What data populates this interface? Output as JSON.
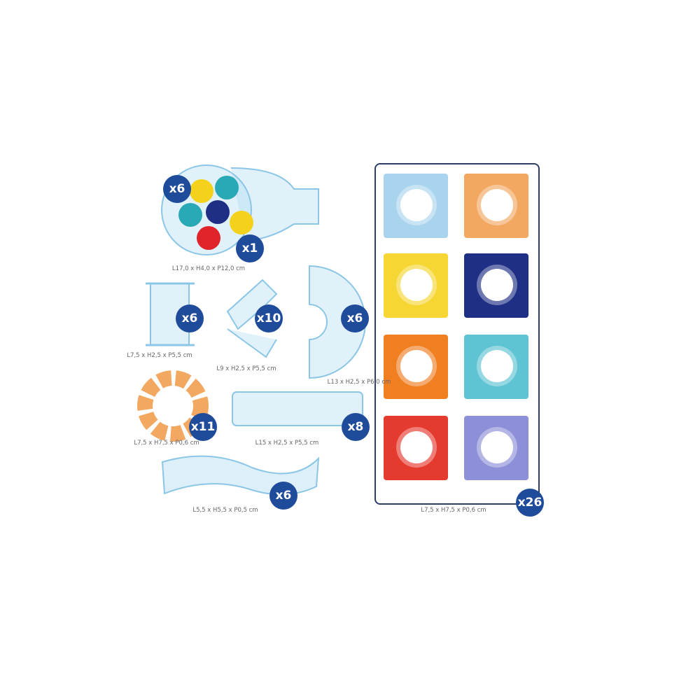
{
  "pieces": [
    {
      "id": "funnel",
      "count": "x6",
      "count2": "x1",
      "dimensions": "L17,0 x H4,0 x P12,0 cm"
    },
    {
      "id": "short-tube",
      "count": "x6",
      "dimensions": "L7,5 x H2,5 x P5,5 cm"
    },
    {
      "id": "curve",
      "count": "x10",
      "dimensions": "L9 x H2,5 x P5,5 cm"
    },
    {
      "id": "half-circle",
      "count": "x6",
      "dimensions": "L13 x H2,5 x P6,0 cm"
    },
    {
      "id": "gear",
      "count": "x11",
      "dimensions": "L7,5 x H7,5 x P0,6 cm"
    },
    {
      "id": "long-tube",
      "count": "x8",
      "dimensions": "L15 x H2,5 x P5,5 cm"
    },
    {
      "id": "s-tube",
      "count": "x6",
      "dimensions": "L5,5 x H5,5 x P0,5 cm"
    },
    {
      "id": "tiles",
      "count": "x26",
      "dimensions": "L7,5 x H7,5 x P0,6 cm"
    }
  ],
  "colors": {
    "badge": "#1f4c9a",
    "tiles": [
      "#a9d4ee",
      "#f3a862",
      "#f5d632",
      "#1f2f86",
      "#f07f22",
      "#5ec3d3",
      "#e53a2e",
      "#8d8fd8"
    ],
    "balls": [
      "#f4d21b",
      "#29a9b5",
      "#1f2f86",
      "#29a9b5",
      "#f4d21b",
      "#e0252a"
    ]
  }
}
